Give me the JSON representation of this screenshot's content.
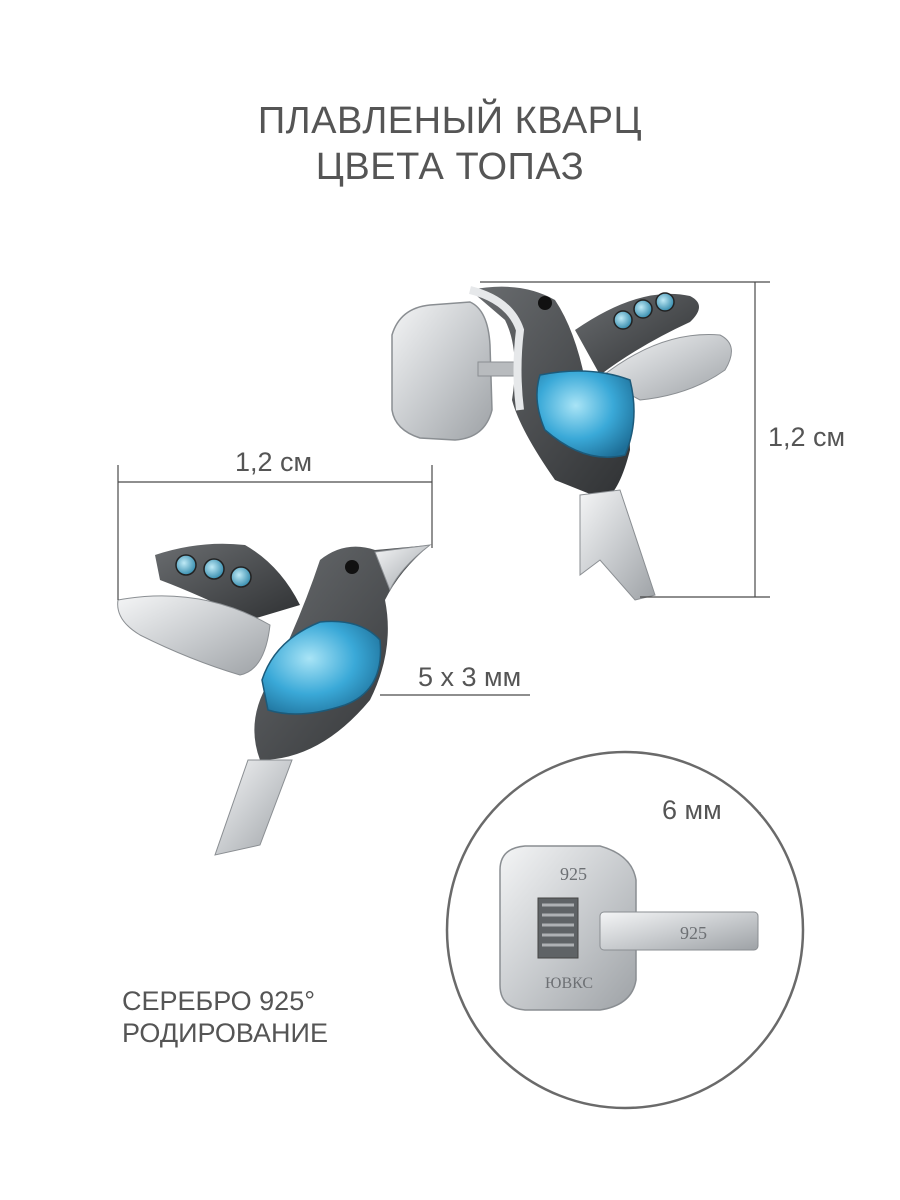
{
  "title": {
    "line1": "ПЛАВЛЕНЫЙ КВАРЦ",
    "line2": "ЦВЕТА ТОПАЗ"
  },
  "dimensions": {
    "height": "1,2 см",
    "width": "1,2 см",
    "stone": "5 х 3 мм",
    "clasp": "6 мм"
  },
  "material": {
    "line1": "СЕРЕБРО 925°",
    "line2": "РОДИРОВАНИЕ"
  },
  "stamps": {
    "hallmark": "925",
    "maker": "ЮВКС"
  },
  "colors": {
    "topaz": "#3aa9d8",
    "silver": "#d8dadc",
    "blackened": "#4a4d50",
    "line": "#4a4a4a"
  }
}
